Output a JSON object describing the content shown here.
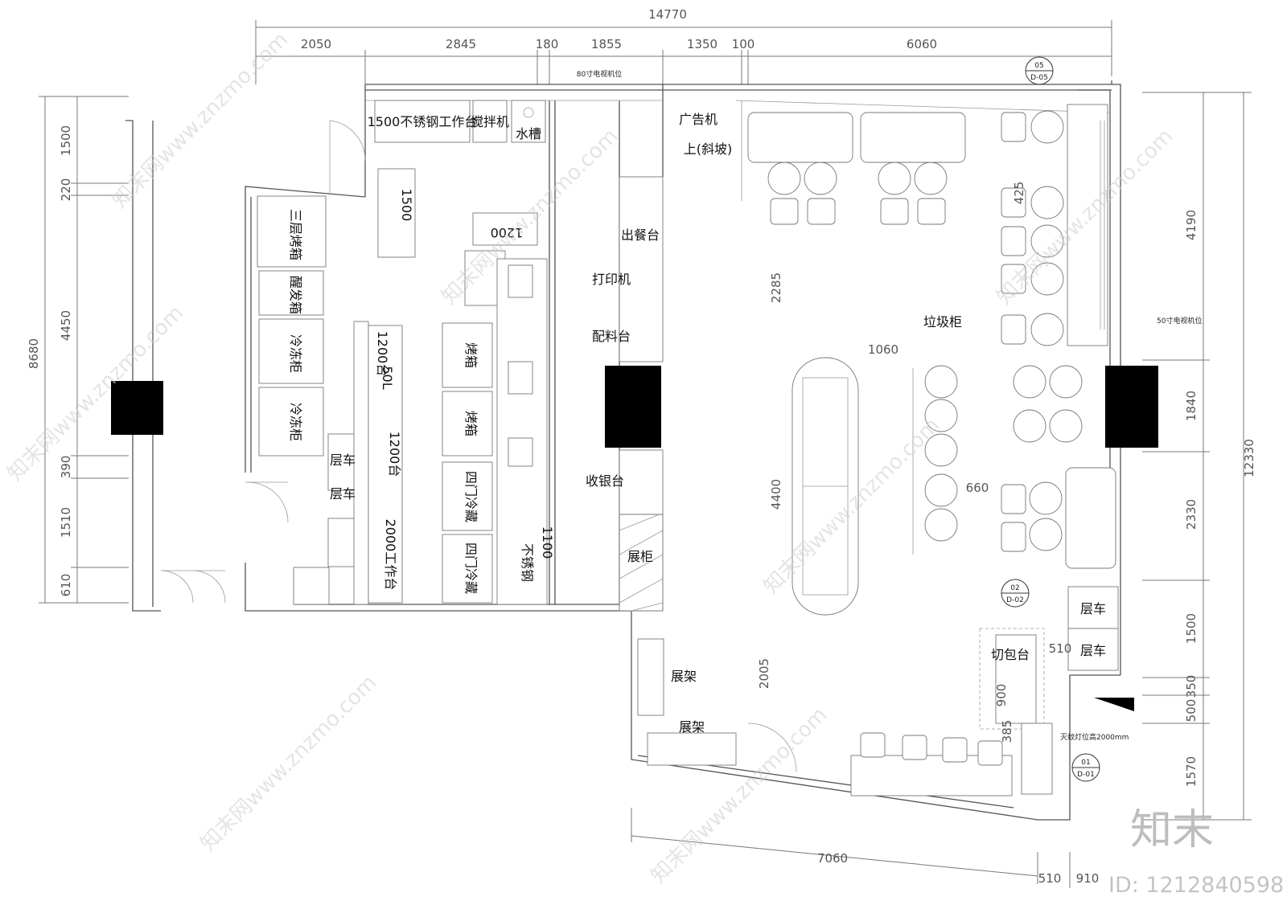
{
  "dimensions": {
    "top_total": "14770",
    "top_segments": [
      "2050",
      "2845",
      "180",
      "1855",
      "1350",
      "100",
      "6060"
    ],
    "left_total": "8680",
    "left_segments": [
      "1500",
      "220",
      "4450",
      "390",
      "1510",
      "610"
    ],
    "right_total": "12330",
    "right_segments": [
      "4190",
      "1840",
      "2330",
      "1500",
      "350",
      "500",
      "1570"
    ],
    "bottom_total": "7060",
    "bottom_small": [
      "510",
      "910"
    ],
    "interior": [
      "2285",
      "4400",
      "2005",
      "1060",
      "660",
      "425",
      "385",
      "510",
      "900"
    ]
  },
  "labels": {
    "ad_machine": "广告机",
    "ramp_up": "上(斜坡)",
    "serving_counter": "出餐台",
    "printer": "打印机",
    "prep_counter": "配料台",
    "cashier": "收银台",
    "display_cabinet": "展柜",
    "display_rack_1": "展架",
    "display_rack_2": "展架",
    "trash_cabinet": "垃圾柜",
    "rack_cart_1": "层车",
    "rack_cart_2": "层车",
    "bread_cut_counter": "切包台",
    "tv_80": "80寸电视机位",
    "tv_50": "50寸电视机位",
    "bug_lamp": "灭蚊灯位高2000mm"
  },
  "kitchen": {
    "steel_table": "1500不锈钢工作台",
    "mixer": "搅拌机",
    "sink": "水槽",
    "work_1500": "1500",
    "work_1200": "1200",
    "proofer": "醒发箱",
    "freezer_1": "冷冻柜",
    "freezer_2": "冷冻柜",
    "rack_a": "层车",
    "rack_b": "层车",
    "oven_50l": "50L",
    "work_1200b": "1200台",
    "work_1200c": "1200台",
    "work_2000": "2000工作台",
    "fridge_4door_1": "四门冷藏",
    "fridge_4door_2": "四门冷藏",
    "oven": "烤箱",
    "oven_2": "烤箱",
    "steel_1100": "1100",
    "steel": "不锈钢",
    "three_layer": "三层烤箱"
  },
  "callouts": [
    {
      "num": "05",
      "ref": "D-05"
    },
    {
      "num": "02",
      "ref": "D-02"
    },
    {
      "num": "01",
      "ref": "D-01"
    }
  ],
  "brand": {
    "logo": "知末",
    "id": "ID: 1212840598",
    "watermark": "知末网www.znzmo.com"
  }
}
